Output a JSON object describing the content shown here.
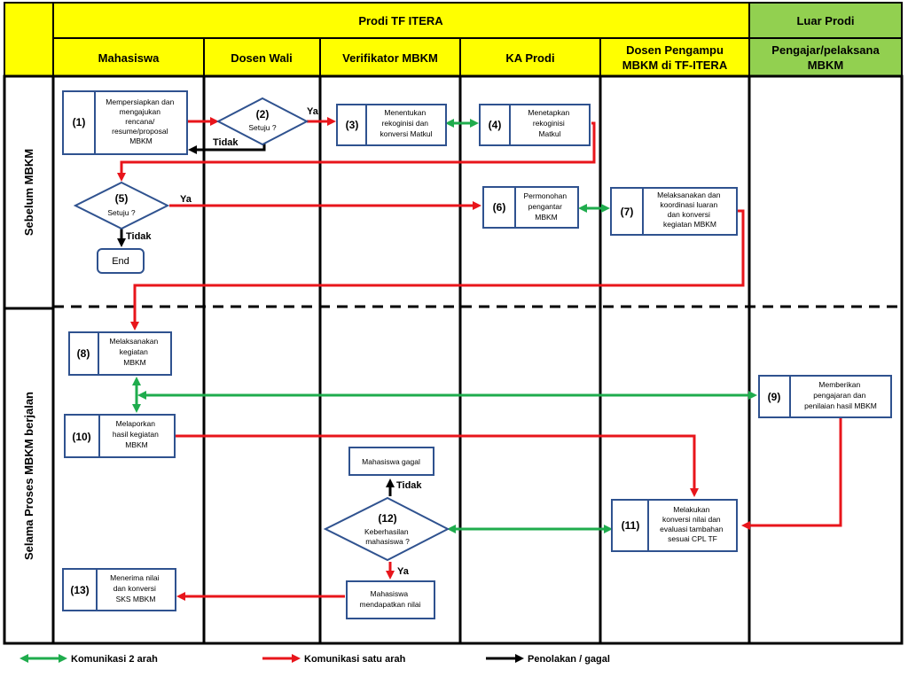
{
  "headers": {
    "group_itera": "Prodi TF ITERA",
    "group_luar": "Luar Prodi",
    "col_mahasiswa": "Mahasiswa",
    "col_dosen_wali": "Dosen Wali",
    "col_verifikator": "Verifikator MBKM",
    "col_ka_prodi": "KA Prodi",
    "col_dosen_pengampu_1": "Dosen Pengampu",
    "col_dosen_pengampu_2": "MBKM di TF-ITERA",
    "col_pengajar_1": "Pengajar/pelaksana",
    "col_pengajar_2": "MBKM"
  },
  "lanes": {
    "sebelum": "Sebelum MBKM",
    "selama": "Selama Proses MBKM berjalan"
  },
  "steps": {
    "s1": {
      "num": "(1)",
      "lines": [
        "Mempersiapkan dan",
        "mengajukan",
        "rencana/",
        "resume/proposal",
        "MBKM"
      ]
    },
    "s2": {
      "num": "(2)",
      "lines": [
        "Setuju ?"
      ]
    },
    "s3": {
      "num": "(3)",
      "lines": [
        "Menentukan",
        "rekoginisi dan",
        "konversi Matkul"
      ]
    },
    "s4": {
      "num": "(4)",
      "lines": [
        "Menetapkan",
        "rekoginisi",
        "Matkul"
      ]
    },
    "s5": {
      "num": "(5)",
      "lines": [
        "Setuju ?"
      ]
    },
    "s6": {
      "num": "(6)",
      "lines": [
        "Permonohan",
        "pengantar",
        "MBKM"
      ]
    },
    "s7": {
      "num": "(7)",
      "lines": [
        "Melaksanakan dan",
        "koordinasi luaran",
        "dan konversi",
        "kegiatan MBKM"
      ]
    },
    "end": {
      "lines": [
        "End"
      ]
    },
    "s8": {
      "num": "(8)",
      "lines": [
        "Melaksanakan",
        "kegiatan",
        "MBKM"
      ]
    },
    "s9": {
      "num": "(9)",
      "lines": [
        "Memberikan",
        "pengajaran dan",
        "penilaian hasil MBKM"
      ]
    },
    "s10": {
      "num": "(10)",
      "lines": [
        "Melaporkan",
        "hasil kegiatan",
        "MBKM"
      ]
    },
    "gagal": {
      "lines": [
        "Mahasiswa gagal"
      ]
    },
    "s11": {
      "num": "(11)",
      "lines": [
        "Melakukan",
        "konversi nilai dan",
        "evaluasi tambahan",
        "sesuai CPL TF"
      ]
    },
    "s12": {
      "num": "(12)",
      "lines": [
        "Keberhasilan",
        "mahasiswa ?"
      ]
    },
    "s13": {
      "num": "(13)",
      "lines": [
        "Menerima nilai",
        "dan konversi",
        "SKS MBKM"
      ]
    },
    "dapat": {
      "lines": [
        "Mahasiswa",
        "mendapatkan nilai"
      ]
    }
  },
  "flow_labels": {
    "ya": "Ya",
    "tidak": "Tidak"
  },
  "legend": {
    "two_way": "Komunikasi 2 arah",
    "one_way": "Komunikasi satu arah",
    "reject": "Penolakan / gagal"
  },
  "colors": {
    "header_yellow": "#ffff00",
    "header_green": "#92d050",
    "box_border": "#2f528f",
    "arrow_red": "#e8151b",
    "arrow_green": "#1fac4d",
    "arrow_black": "#000000"
  }
}
